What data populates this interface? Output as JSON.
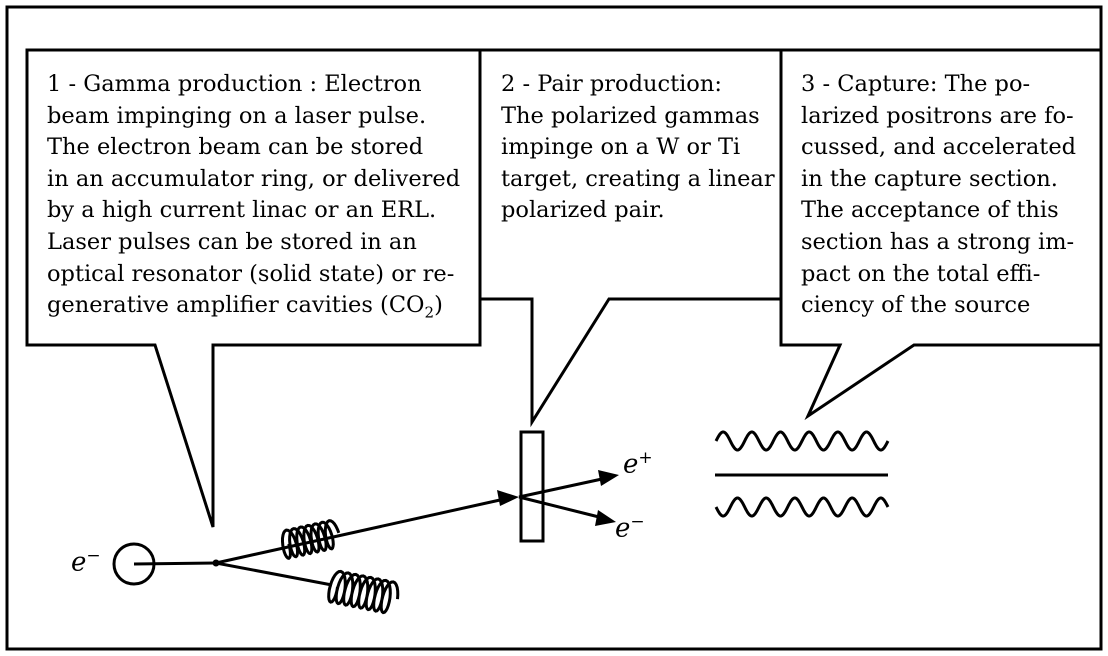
{
  "callouts": [
    {
      "id": "gamma-production",
      "lines": [
        "1 - Gamma production : Electron",
        "beam impinging on a laser pulse.",
        "The electron beam can be stored",
        "in an accumulator ring, or delivered",
        "by a high current linac or an ERL.",
        "Laser pulses can be stored in an",
        "optical resonator (solid state) or re-",
        "generative amplifier cavities (CO"
      ],
      "last_line_sub": "2",
      "last_line_tail": ")"
    },
    {
      "id": "pair-production",
      "lines": [
        "2 - Pair production:",
        "The polarized gammas",
        "impinge on a W or Ti",
        "target, creating a linear",
        "polarized pair."
      ]
    },
    {
      "id": "capture",
      "lines": [
        "3 - Capture: The po-",
        "larized positrons are fo-",
        "cussed, and accelerated",
        "in the capture section.",
        "The acceptance of this",
        "section has a strong im-",
        "pact on the total effi-",
        "ciency of the source"
      ]
    }
  ],
  "labels": {
    "electron_in": {
      "base": "e",
      "sup": "−"
    },
    "positron_out": {
      "base": "e",
      "sup": "+"
    },
    "electron_out": {
      "base": "e",
      "sup": "−"
    }
  }
}
